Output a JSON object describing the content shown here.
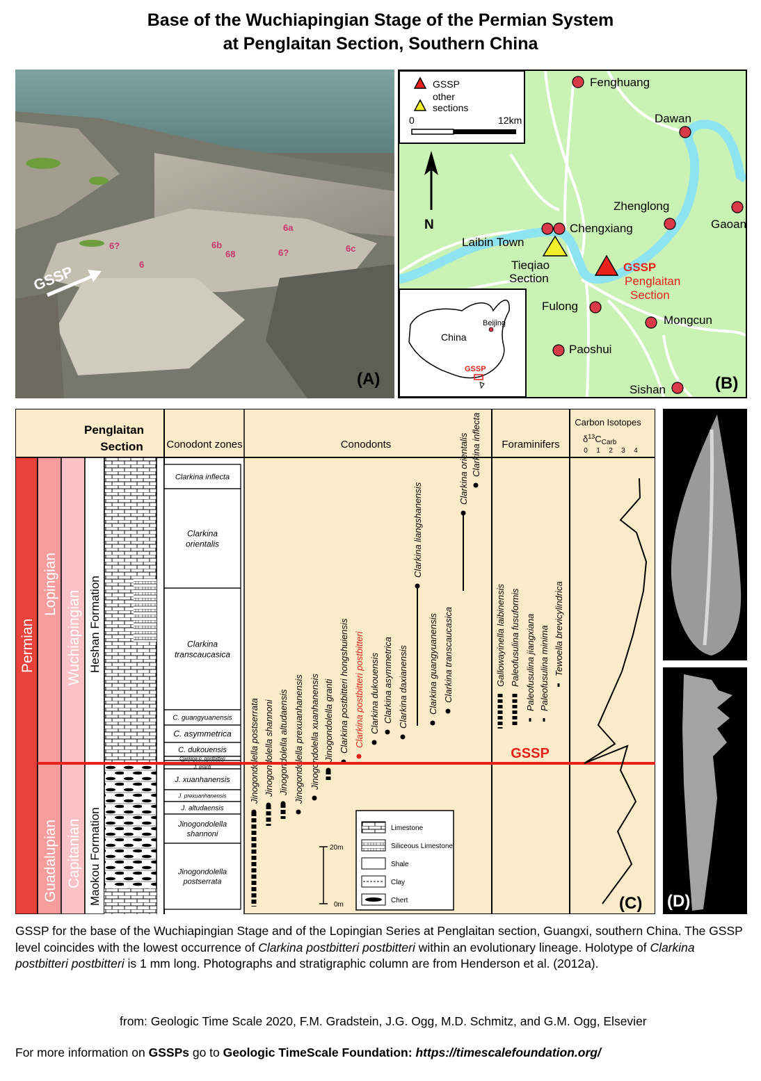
{
  "title": {
    "line1": "Base of the Wuchiapingian Stage of the Permian System",
    "line2": "at Penglaitan Section, Southern China"
  },
  "panel_a": {
    "label": "(A)",
    "gssp_arrow_label": "GSSP"
  },
  "panel_b": {
    "label": "(B)",
    "legend": {
      "gssp": "GSSP",
      "other_line1": "other",
      "other_line2": "sections",
      "scale_start": "0",
      "scale_end": "12km"
    },
    "north": "N",
    "towns": [
      "Fenghuang",
      "Dawan",
      "Zhenglong",
      "Gaoan",
      "Chengxiang",
      "Laibin Town",
      "Fulong",
      "Mongcun",
      "Paoshui",
      "Sishan"
    ],
    "tieqiao_line1": "Tieqiao",
    "tieqiao_line2": "Section",
    "gssp_label": "GSSP",
    "penglaitan_line1": "Penglaitan",
    "penglaitan_line2": "Section",
    "inset": {
      "country": "China",
      "capital": "Beijing",
      "gssp": "GSSP"
    },
    "colors": {
      "land": "#c9f2b4",
      "river": "#8ee3f0",
      "town": "#d83a47",
      "gssp": "#e8211c",
      "other": "#f3ee2a",
      "road": "#ffffff"
    }
  },
  "panel_c": {
    "label": "(C)",
    "header": {
      "section_line1": "Penglaitan",
      "section_line2": "Section",
      "zones": "Conodont zones",
      "conodonts": "Conodonts",
      "forams": "Foraminifers",
      "isotopes": "Carbon Isotopes",
      "d13c": "δ13CCarb"
    },
    "isotope_ticks": [
      "0",
      "1",
      "2",
      "3",
      "4"
    ],
    "system": "Permian",
    "series": [
      "Lopingian",
      "Guadalupian"
    ],
    "stages": [
      "Wuchiapingian",
      "Capitanian"
    ],
    "formations": [
      "Heshan Formation",
      "Maokou Formation"
    ],
    "zones": [
      "Clarkina inflecta",
      "Clarkina orientalis",
      "Clarkina transcaucasica",
      "C. guangyuanensis",
      "C. asymmetrica",
      "C. dukouensis",
      "Clarkina p. postbitteri",
      "C. p. hongshuiensis",
      "J. granti",
      "J. xuanhanensis",
      "J. prexuanhanensis",
      "J. altudaensis",
      "Jinogondolella shannoni",
      "Jinogondolella postserrata"
    ],
    "conodont_taxa": [
      "Jinogondolella postserrata",
      "Jinogondolella shannoni",
      "Jinogondolella altudaensis",
      "Jinogondolella prexuanhanensis",
      "Jinogondolella  xuanhanensis",
      "Jinogondolella  granti",
      "Clarkina postbitteri hongshuiensis",
      "Clarkina postbitteri postbitteri",
      "Clarkina dukouensis",
      "Clarkina asymmetrica",
      "Clarkina daxianensis",
      "Clarkina liangshanensis",
      "Clarkina guangyuanensis",
      "Clarkina transcaucasica",
      "Clarkina orientalis",
      "Clarkina inflecta"
    ],
    "foram_taxa": [
      "Gallowayinella laibinensis",
      "Paleofusulina fusuformis",
      "Paleofusulina jiangxiana",
      "Paleofusulina minima",
      "Tewoella brevicylindrica"
    ],
    "gssp_label": "GSSP",
    "lith_legend": [
      "Limestone",
      "Siliceous Limestone",
      "Shale",
      "Clay",
      "Chert"
    ],
    "scale_top": "20m",
    "scale_bottom": "0m",
    "colors": {
      "header": "#fbebc8",
      "system": "#e8413a",
      "series": "#f59c9c",
      "stage": "#fbc2c5",
      "gssp_line": "#e8211c"
    }
  },
  "panel_d": {
    "label": "(D)"
  },
  "caption": {
    "p1_a": "GSSP for the base of the Wuchiapingian Stage and of the Lopingian Series at Penglaitan section, Guangxi, southern China. The GSSP level coincides with the lowest occurrence of ",
    "p1_i1": "Clarkina postbitteri postbitteri",
    "p1_b": " within an evolutionary lineage.  Holotype of ",
    "p1_i2": "Clarkina postbitteri postbitteri",
    "p1_c": " is 1 mm long. Photographs and stratigraphic column are from Henderson et al. (2012a).",
    "source": "from: Geologic Time Scale 2020, F.M. Gradstein, J.G. Ogg, M.D. Schmitz, and G.M. Ogg, Elsevier",
    "more_a": "For more information on ",
    "more_b": "GSSPs",
    "more_c": " go to ",
    "more_d": "Geologic TimeScale Foundation: ",
    "more_e": "https://timescalefoundation.org/"
  }
}
